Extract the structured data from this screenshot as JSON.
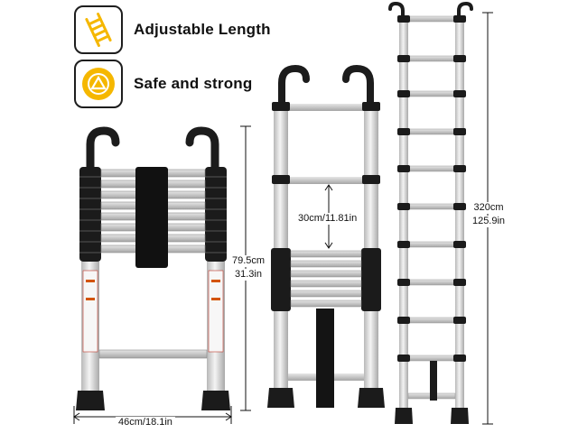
{
  "features": [
    {
      "icon": "ladder-icon",
      "label": "Adjustable Length"
    },
    {
      "icon": "safety-shield-icon",
      "label": "Safe and strong"
    }
  ],
  "dimensions": {
    "width": "46cm/18.1in",
    "collapsed_height_cm": "79.5cm",
    "collapsed_height_in": "31.3in",
    "rung_spacing": "30cm/11.81in",
    "extended_height_cm": "320cm",
    "extended_height_in": "125.9in"
  },
  "colors": {
    "accent": "#f5b700",
    "hook": "#1c1c1c",
    "rail": "#dcdcdc",
    "rung": "#bfbfbf"
  }
}
